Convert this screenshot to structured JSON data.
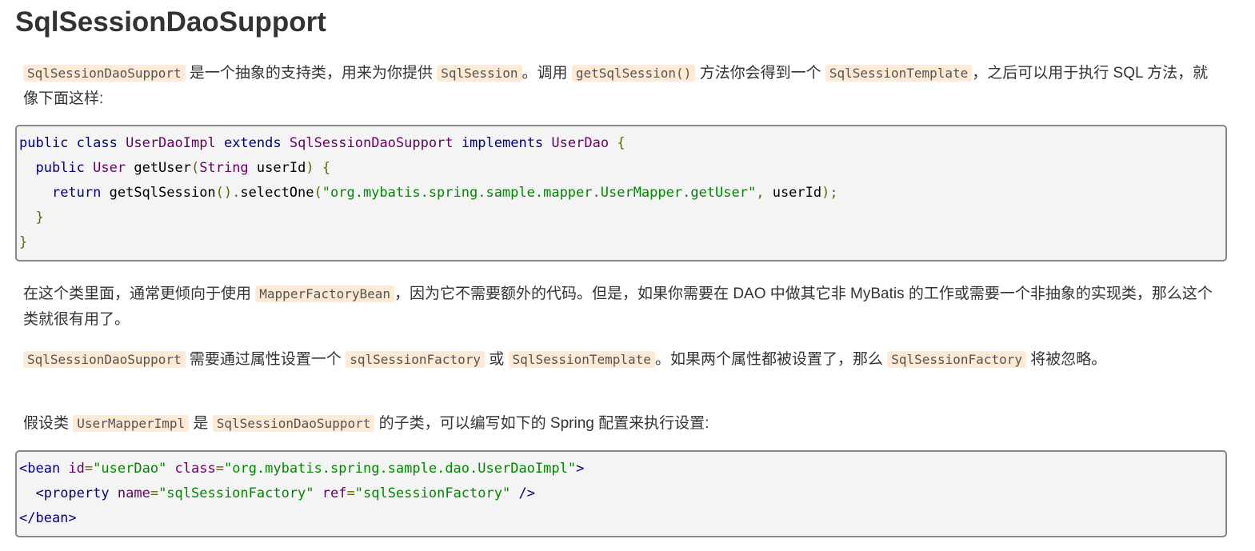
{
  "title": "SqlSessionDaoSupport",
  "p1": {
    "c1": "SqlSessionDaoSupport",
    "t1": " 是一个抽象的支持类，用来为你提供 ",
    "c2": "SqlSession",
    "t2": "。调用 ",
    "c3": "getSqlSession()",
    "t3": " 方法你会得到一个 ",
    "c4": "SqlSessionTemplate",
    "t4": "，之后可以用于执行 SQL 方法，就像下面这样:"
  },
  "code1": [
    [
      [
        "kwd",
        "public"
      ],
      [
        "pln",
        " "
      ],
      [
        "kwd",
        "class"
      ],
      [
        "pln",
        " "
      ],
      [
        "typ",
        "UserDaoImpl"
      ],
      [
        "pln",
        " "
      ],
      [
        "kwd",
        "extends"
      ],
      [
        "pln",
        " "
      ],
      [
        "typ",
        "SqlSessionDaoSupport"
      ],
      [
        "pln",
        " "
      ],
      [
        "kwd",
        "implements"
      ],
      [
        "pln",
        " "
      ],
      [
        "typ",
        "UserDao"
      ],
      [
        "pln",
        " "
      ],
      [
        "pun",
        "{"
      ]
    ],
    [
      [
        "pln",
        "  "
      ],
      [
        "kwd",
        "public"
      ],
      [
        "pln",
        " "
      ],
      [
        "typ",
        "User"
      ],
      [
        "pln",
        " getUser"
      ],
      [
        "pun",
        "("
      ],
      [
        "typ",
        "String"
      ],
      [
        "pln",
        " userId"
      ],
      [
        "pun",
        ")"
      ],
      [
        "pln",
        " "
      ],
      [
        "pun",
        "{"
      ]
    ],
    [
      [
        "pln",
        "    "
      ],
      [
        "kwd",
        "return"
      ],
      [
        "pln",
        " getSqlSession"
      ],
      [
        "pun",
        "()."
      ],
      [
        "pln",
        "selectOne"
      ],
      [
        "pun",
        "("
      ],
      [
        "str",
        "\"org.mybatis.spring.sample.mapper.UserMapper.getUser\""
      ],
      [
        "pun",
        ","
      ],
      [
        "pln",
        " userId"
      ],
      [
        "pun",
        ");"
      ]
    ],
    [
      [
        "pln",
        "  "
      ],
      [
        "pun",
        "}"
      ]
    ],
    [
      [
        "pun",
        "}"
      ]
    ]
  ],
  "p2": {
    "t1": "在这个类里面，通常更倾向于使用 ",
    "c1": "MapperFactoryBean",
    "t2": "，因为它不需要额外的代码。但是，如果你需要在 DAO 中做其它非 MyBatis 的工作或需要一个非抽象的实现类，那么这个类就很有用了。"
  },
  "p3": {
    "c1": "SqlSessionDaoSupport",
    "t1": " 需要通过属性设置一个 ",
    "c2": "sqlSessionFactory",
    "t2": " 或 ",
    "c3": "SqlSessionTemplate",
    "t3": "。如果两个属性都被设置了，那么 ",
    "c4": "SqlSessionFactory",
    "t4": " 将被忽略。"
  },
  "p4": {
    "t1": "假设类 ",
    "c1": "UserMapperImpl",
    "t2": " 是 ",
    "c2": "SqlSessionDaoSupport",
    "t3": " 的子类，可以编写如下的 Spring 配置来执行设置:"
  },
  "code2": [
    [
      [
        "tag",
        "<bean"
      ],
      [
        "pln",
        " "
      ],
      [
        "atn",
        "id"
      ],
      [
        "pun",
        "="
      ],
      [
        "str",
        "\"userDao\""
      ],
      [
        "pln",
        " "
      ],
      [
        "atn",
        "class"
      ],
      [
        "pun",
        "="
      ],
      [
        "str",
        "\"org.mybatis.spring.sample.dao.UserDaoImpl\""
      ],
      [
        "tag",
        ">"
      ]
    ],
    [
      [
        "pln",
        "  "
      ],
      [
        "tag",
        "<property"
      ],
      [
        "pln",
        " "
      ],
      [
        "atn",
        "name"
      ],
      [
        "pun",
        "="
      ],
      [
        "str",
        "\"sqlSessionFactory\""
      ],
      [
        "pln",
        " "
      ],
      [
        "atn",
        "ref"
      ],
      [
        "pun",
        "="
      ],
      [
        "str",
        "\"sqlSessionFactory\""
      ],
      [
        "pln",
        " "
      ],
      [
        "tag",
        "/>"
      ]
    ],
    [
      [
        "tag",
        "</bean>"
      ]
    ]
  ]
}
